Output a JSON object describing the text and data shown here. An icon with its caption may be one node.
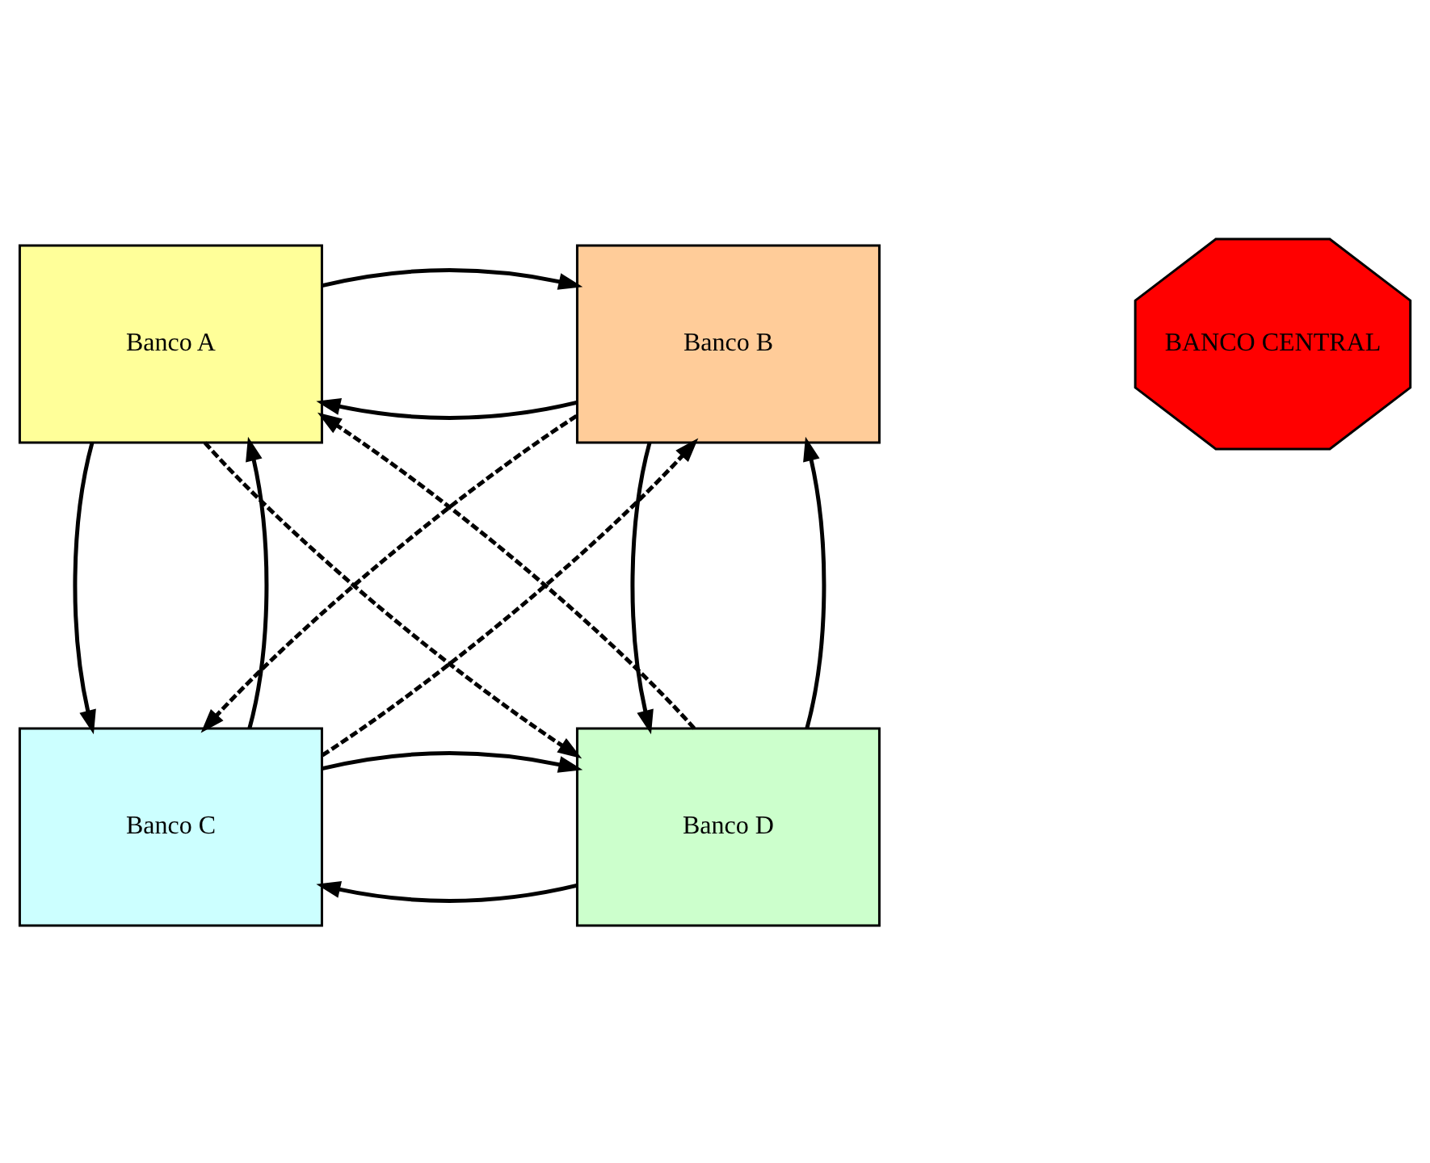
{
  "diagram": {
    "nodes": [
      {
        "text": [
          "Banco A"
        ]
      },
      {
        "text": [
          "Banco B"
        ]
      },
      {
        "text": [
          "BANCO CENTRAL"
        ]
      },
      {
        "text": [
          "Banco C"
        ]
      },
      {
        "text": [
          "Banco D"
        ]
      }
    ],
    "edges": [
      {
        "from": 1,
        "to": 0,
        "arrow": "to"
      },
      {
        "from": 0,
        "to": 1,
        "arrow": "to"
      },
      {
        "from": 0,
        "to": 3,
        "arrow": "to"
      },
      {
        "from": 3,
        "to": 0,
        "arrow": "to"
      },
      {
        "from": 1,
        "to": 4,
        "arrow": "to"
      },
      {
        "from": 4,
        "to": 1,
        "arrow": "to"
      },
      {
        "from": 4,
        "to": 3,
        "arrow": "to"
      },
      {
        "from": 3,
        "to": 4,
        "arrow": "to"
      },
      {
        "from": 0,
        "to": 4,
        "arrow": "to",
        "style": "dashed"
      },
      {
        "from": 4,
        "to": 0,
        "arrow": "to",
        "style": "dashed"
      },
      {
        "from": 1,
        "to": 3,
        "arrow": "to",
        "style": "dashed"
      },
      {
        "from": 3,
        "to": 1,
        "arrow": "to",
        "style": "dashed"
      }
    ]
  }
}
